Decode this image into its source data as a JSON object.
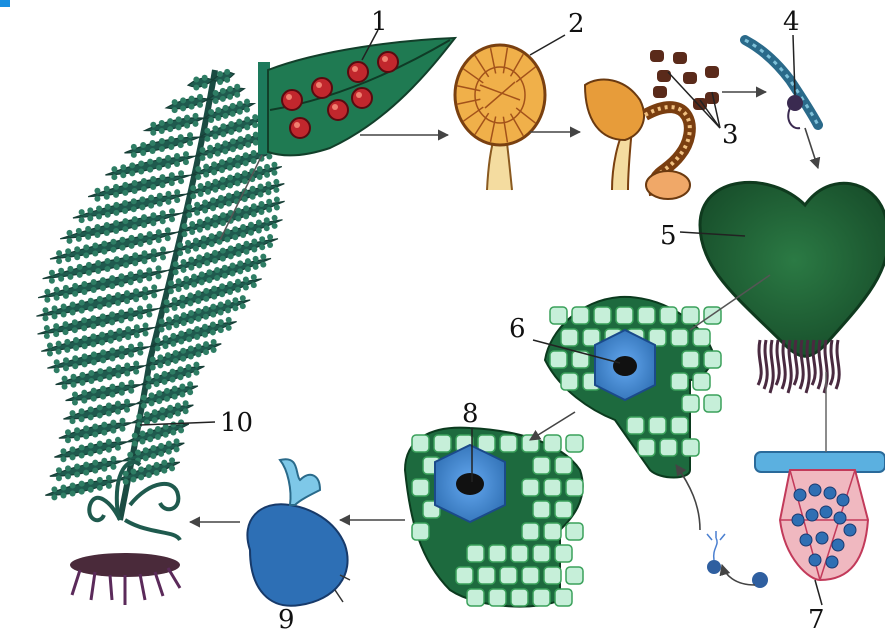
{
  "labels": {
    "n1": "1",
    "n2": "2",
    "n3": "3",
    "n4": "4",
    "n5": "5",
    "n6": "6",
    "n7": "7",
    "n8": "8",
    "n9": "9",
    "n10": "10"
  },
  "colors": {
    "frond": "#1f5a4e",
    "frond_edge": "#163e36",
    "sorus": "#c1272d",
    "sporangium": "#e6a640",
    "prothallus": "#1f6e3a",
    "cell_outline": "#2d8a4a",
    "cell_fill": "#b8e9d3",
    "egg_chamber": "#3b82d1",
    "archegonium_pink": "#e59aa2",
    "sporophyte_blue": "#2f6fb3"
  }
}
